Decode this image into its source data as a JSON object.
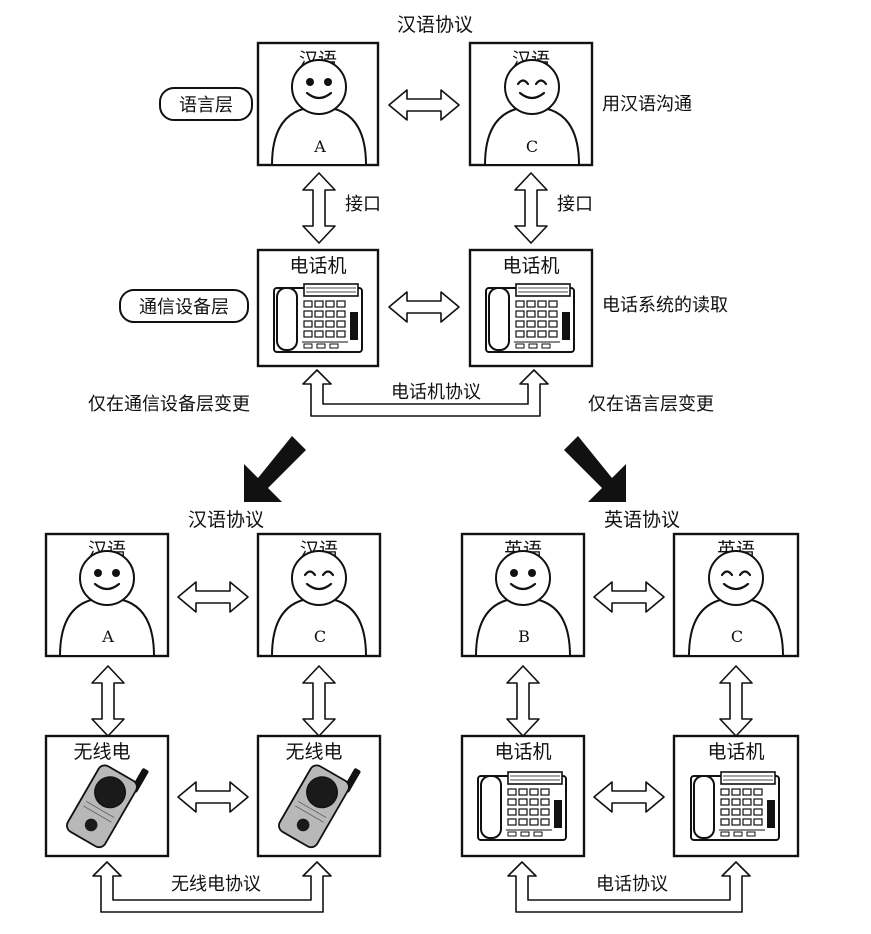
{
  "top": {
    "protocol_label": "汉语协议",
    "language_layer_tag": "语言层",
    "comm_layer_tag": "通信设备层",
    "box_a": {
      "title": "汉语",
      "person": "A"
    },
    "box_c": {
      "title": "汉语",
      "person": "C"
    },
    "right_note_language": "用汉语沟通",
    "interface_left": "接口",
    "interface_right": "接口",
    "phone_left_title": "电话机",
    "phone_right_title": "电话机",
    "right_note_phone": "电话系统的读取",
    "phone_protocol": "电话机协议"
  },
  "change_left": "仅在通信设备层变更",
  "change_right": "仅在语言层变更",
  "bottom_left": {
    "protocol_label": "汉语协议",
    "box_a": {
      "title": "汉语",
      "person": "A"
    },
    "box_c": {
      "title": "汉语",
      "person": "C"
    },
    "radio_left_title": "无线电",
    "radio_right_title": "无线电",
    "radio_protocol": "无线电协议"
  },
  "bottom_right": {
    "protocol_label": "英语协议",
    "box_b": {
      "title": "英语",
      "person": "B"
    },
    "box_c": {
      "title": "英语",
      "person": "C"
    },
    "phone_left_title": "电话机",
    "phone_right_title": "电话机",
    "phone_protocol": "电话协议"
  },
  "icons": {
    "person": "person-icon",
    "phone": "desk-phone-icon",
    "radio": "walkie-talkie-icon",
    "arrow": "double-arrow-icon"
  }
}
